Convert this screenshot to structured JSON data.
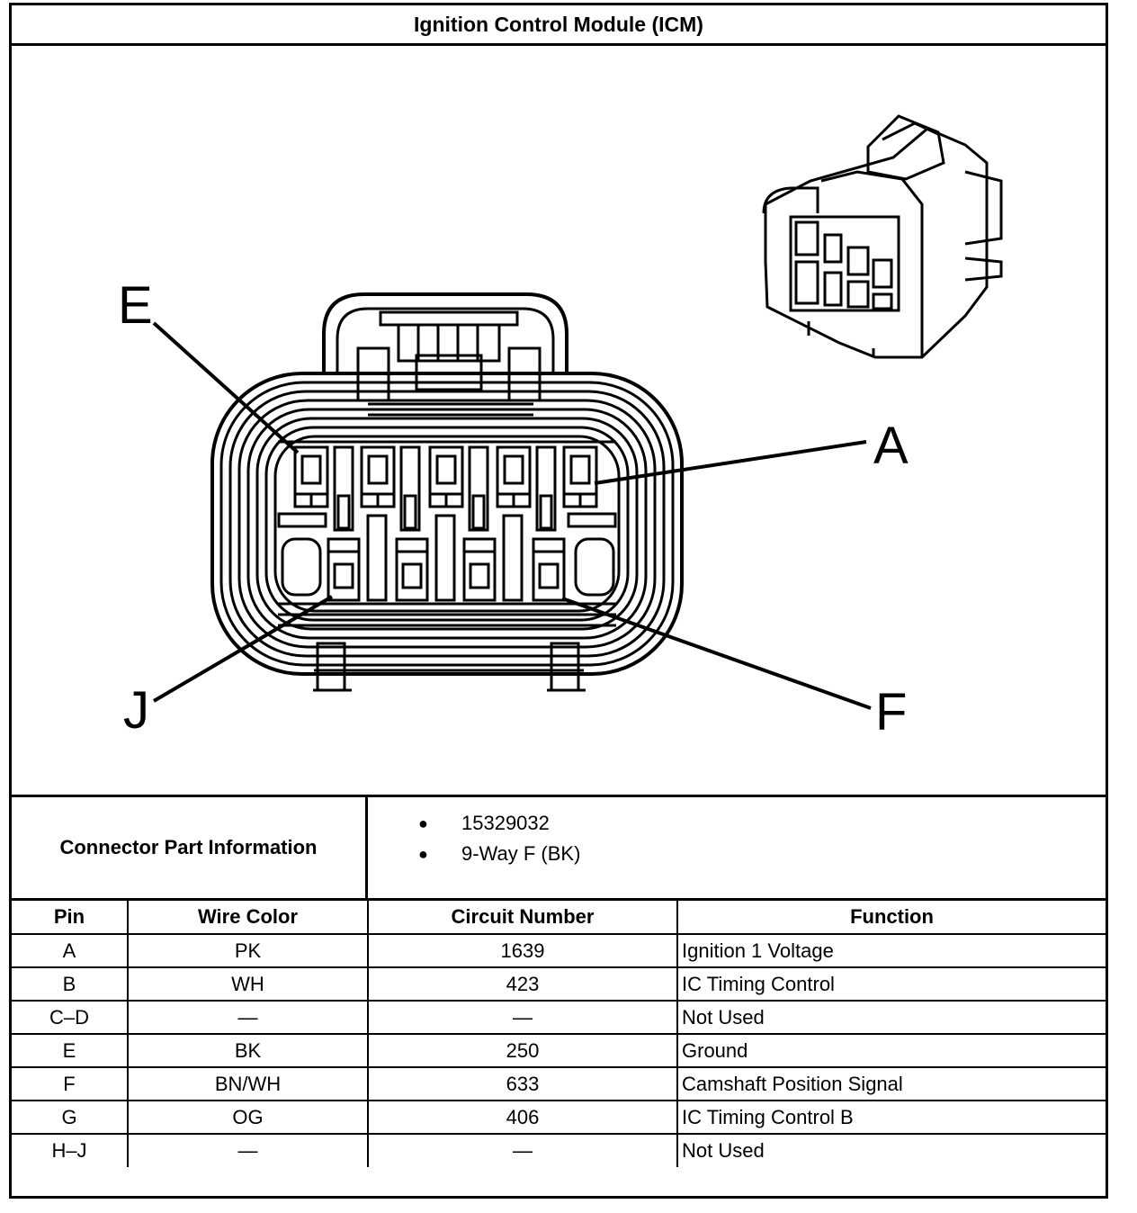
{
  "title": "Ignition Control Module (ICM)",
  "callouts": {
    "e": "E",
    "a": "A",
    "j": "J",
    "f": "F"
  },
  "connector_info": {
    "label": "Connector Part Information",
    "items": [
      "15329032",
      "9-Way F (BK)"
    ]
  },
  "table": {
    "headers": {
      "pin": "Pin",
      "wire_color": "Wire Color",
      "circuit_number": "Circuit Number",
      "function": "Function"
    },
    "rows": [
      {
        "pin": "A",
        "wire_color": "PK",
        "circuit_number": "1639",
        "function": "Ignition 1 Voltage"
      },
      {
        "pin": "B",
        "wire_color": "WH",
        "circuit_number": "423",
        "function": "IC Timing Control"
      },
      {
        "pin": "C–D",
        "wire_color": "—",
        "circuit_number": "—",
        "function": "Not Used"
      },
      {
        "pin": "E",
        "wire_color": "BK",
        "circuit_number": "250",
        "function": "Ground"
      },
      {
        "pin": "F",
        "wire_color": "BN/WH",
        "circuit_number": "633",
        "function": "Camshaft Position Signal"
      },
      {
        "pin": "G",
        "wire_color": "OG",
        "circuit_number": "406",
        "function": "IC Timing Control B"
      },
      {
        "pin": "H–J",
        "wire_color": "—",
        "circuit_number": "—",
        "function": "Not Used"
      }
    ]
  }
}
